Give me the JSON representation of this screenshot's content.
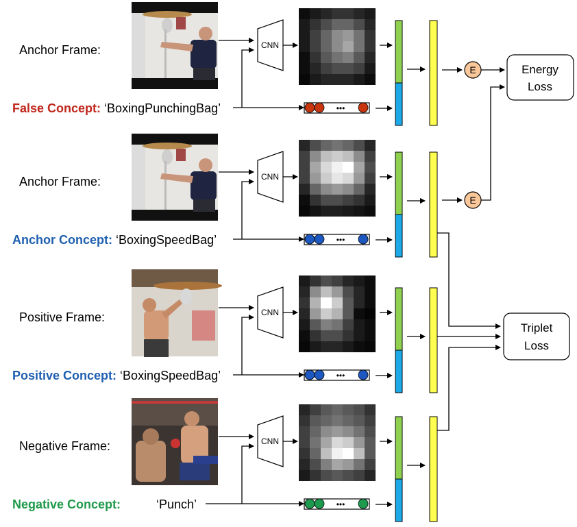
{
  "colors": {
    "false_concept": "#c0271d",
    "anchor_concept": "#1f5fb0",
    "positive_concept": "#1f5fb0",
    "negative_concept": "#1f9a4a",
    "green_bar": "#8fd14f",
    "blue_bar": "#1ba9e8",
    "yellow_bar": "#ffff50",
    "energy_node": "#f9c79a",
    "dot_red": "#c8360f",
    "dot_blue": "#1d57c0",
    "dot_green": "#1e9a4e"
  },
  "rows": [
    {
      "frame_label": "Anchor Frame:",
      "concept_head": "False Concept:",
      "concept_value": "‘BoxingPunchingBag’",
      "concept_color_key": "false_concept",
      "dot_color_key": "dot_red",
      "cnn_label": "CNN",
      "dots_ellipsis": "•••",
      "frame_icon": "boxer-punching-bag-photo",
      "heatmap": [
        [
          0.05,
          0.1,
          0.15,
          0.2,
          0.2,
          0.15,
          0.1
        ],
        [
          0.1,
          0.2,
          0.3,
          0.4,
          0.4,
          0.3,
          0.15
        ],
        [
          0.1,
          0.25,
          0.4,
          0.55,
          0.6,
          0.45,
          0.2
        ],
        [
          0.1,
          0.25,
          0.4,
          0.55,
          0.65,
          0.45,
          0.2
        ],
        [
          0.05,
          0.2,
          0.35,
          0.45,
          0.5,
          0.35,
          0.15
        ],
        [
          0.05,
          0.15,
          0.25,
          0.3,
          0.3,
          0.25,
          0.1
        ],
        [
          0.03,
          0.1,
          0.15,
          0.15,
          0.15,
          0.1,
          0.05
        ]
      ]
    },
    {
      "frame_label": "Anchor Frame:",
      "concept_head": "Anchor Concept:",
      "concept_value": "‘BoxingSpeedBag’",
      "concept_color_key": "anchor_concept",
      "dot_color_key": "dot_blue",
      "cnn_label": "CNN",
      "dots_ellipsis": "•••",
      "frame_icon": "boxer-punching-bag-photo",
      "heatmap": [
        [
          0.15,
          0.3,
          0.4,
          0.45,
          0.4,
          0.3,
          0.15
        ],
        [
          0.25,
          0.55,
          0.75,
          0.8,
          0.75,
          0.55,
          0.25
        ],
        [
          0.25,
          0.65,
          0.85,
          0.95,
          1.0,
          0.65,
          0.3
        ],
        [
          0.25,
          0.6,
          0.8,
          0.9,
          0.85,
          0.6,
          0.25
        ],
        [
          0.15,
          0.4,
          0.55,
          0.6,
          0.55,
          0.4,
          0.15
        ],
        [
          0.05,
          0.2,
          0.3,
          0.3,
          0.25,
          0.2,
          0.1
        ],
        [
          0.03,
          0.08,
          0.12,
          0.12,
          0.1,
          0.08,
          0.05
        ]
      ]
    },
    {
      "frame_label": "Positive Frame:",
      "concept_head": "Positive Concept:",
      "concept_value": "‘BoxingSpeedBag’",
      "concept_color_key": "positive_concept",
      "dot_color_key": "dot_blue",
      "cnn_label": "CNN",
      "dots_ellipsis": "•••",
      "frame_icon": "boxer-speed-bag-photo",
      "heatmap": [
        [
          0.1,
          0.2,
          0.3,
          0.25,
          0.15,
          0.1,
          0.05
        ],
        [
          0.15,
          0.55,
          0.75,
          0.6,
          0.3,
          0.15,
          0.05
        ],
        [
          0.2,
          0.7,
          1.0,
          0.8,
          0.35,
          0.15,
          0.05
        ],
        [
          0.15,
          0.6,
          0.8,
          0.7,
          0.35,
          0.05,
          0.02
        ],
        [
          0.1,
          0.35,
          0.5,
          0.45,
          0.25,
          0.1,
          0.05
        ],
        [
          0.05,
          0.2,
          0.3,
          0.3,
          0.2,
          0.1,
          0.05
        ],
        [
          0.03,
          0.1,
          0.15,
          0.15,
          0.1,
          0.05,
          0.03
        ]
      ]
    },
    {
      "frame_label": "Negative Frame:",
      "concept_head": "Negative Concept:",
      "concept_value": "‘Punch’",
      "concept_color_key": "negative_concept",
      "dot_color_key": "dot_green",
      "cnn_label": "CNN",
      "dots_ellipsis": "•••",
      "frame_icon": "boxing-match-photo",
      "heatmap": [
        [
          0.15,
          0.25,
          0.35,
          0.4,
          0.35,
          0.3,
          0.2
        ],
        [
          0.2,
          0.35,
          0.4,
          0.45,
          0.4,
          0.35,
          0.25
        ],
        [
          0.25,
          0.4,
          0.55,
          0.6,
          0.55,
          0.45,
          0.3
        ],
        [
          0.25,
          0.45,
          0.65,
          0.85,
          0.8,
          0.6,
          0.35
        ],
        [
          0.2,
          0.4,
          0.75,
          0.95,
          1.0,
          0.75,
          0.35
        ],
        [
          0.15,
          0.3,
          0.5,
          0.65,
          0.6,
          0.45,
          0.25
        ],
        [
          0.1,
          0.2,
          0.3,
          0.35,
          0.3,
          0.25,
          0.15
        ]
      ]
    }
  ],
  "energy_node_label": "E",
  "energy_loss": {
    "line1": "Energy",
    "line2": "Loss"
  },
  "triplet_loss": {
    "line1": "Triplet",
    "line2": "Loss"
  }
}
